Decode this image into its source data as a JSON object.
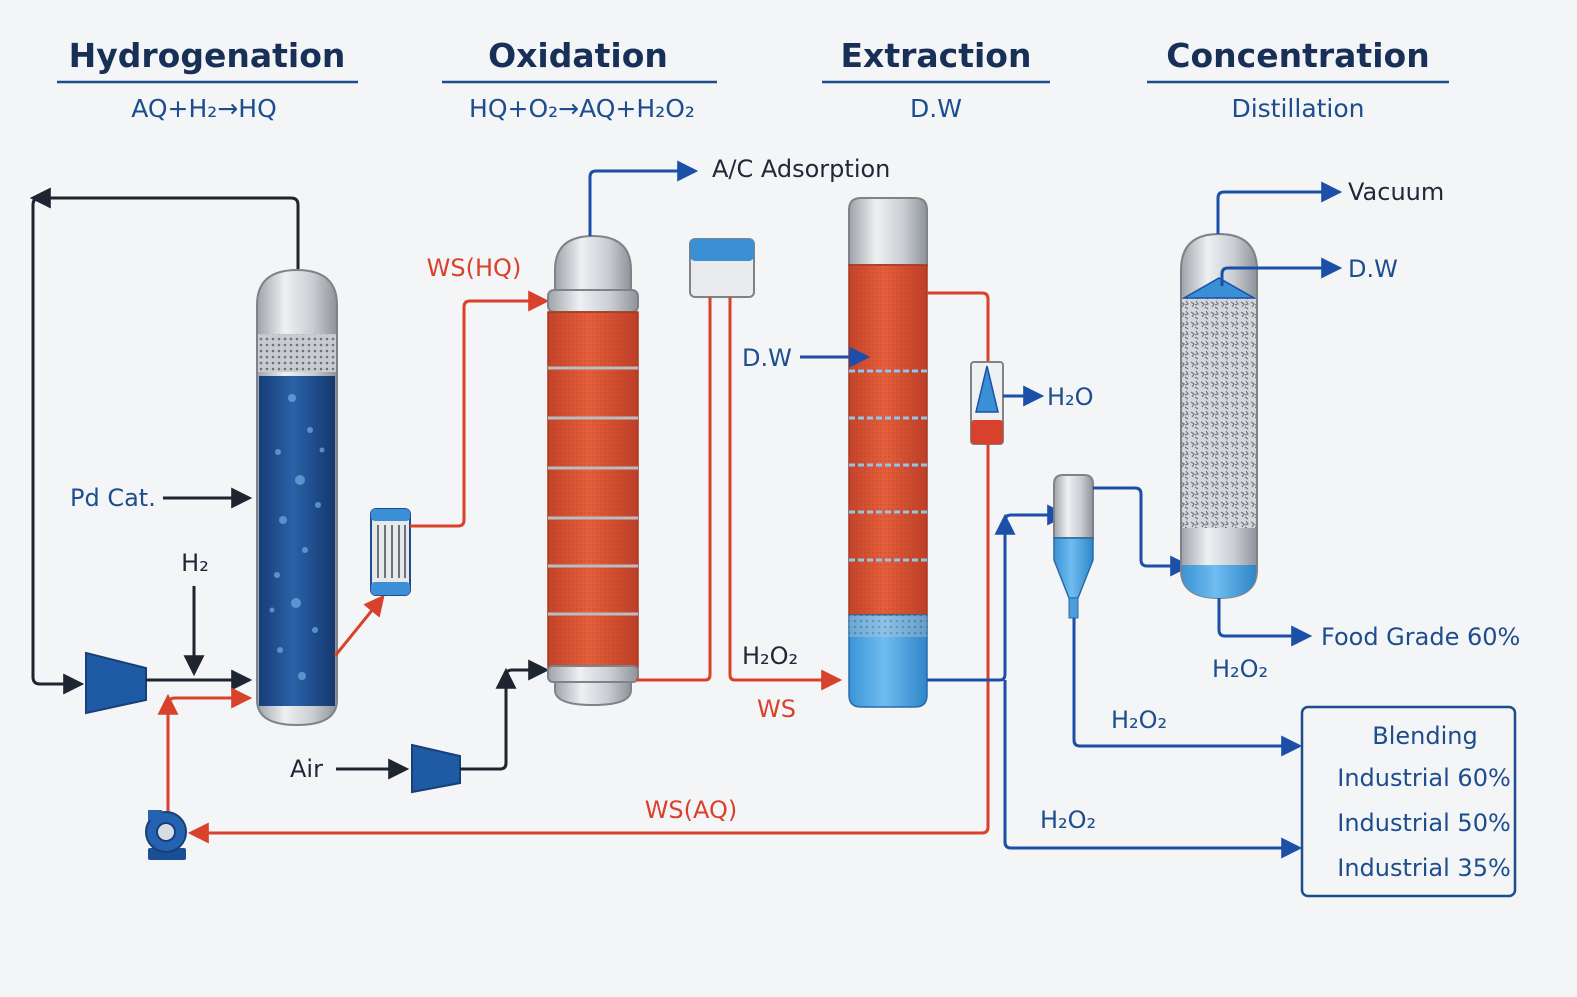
{
  "sections": [
    {
      "title": "Hydrogenation",
      "subtitle": "AQ+H₂→HQ"
    },
    {
      "title": "Oxidation",
      "subtitle": "HQ+O₂→AQ+H₂O₂"
    },
    {
      "title": "Extraction",
      "subtitle": "D.W"
    },
    {
      "title": "Concentration",
      "subtitle": "Distillation"
    }
  ],
  "labels": {
    "pd_cat": "Pd Cat.",
    "h2_feed": "H₂",
    "air": "Air",
    "ws_hq": "WS(HQ)",
    "ac_adsorption": "A/C Adsorption",
    "dw_extraction": "D.W",
    "h2o2_oxidation_out": "H₂O₂",
    "ws": "WS",
    "ws_aq": "WS(AQ)",
    "h2o_out": "H₂O",
    "vacuum": "Vacuum",
    "dw_distillation": "D.W",
    "food_grade": "Food Grade 60%",
    "h2o2_food": "H₂O₂",
    "h2o2_blend_1": "H₂O₂",
    "h2o2_blend_2": "H₂O₂"
  },
  "blending": {
    "title": "Blending",
    "items": [
      "Industrial 60%",
      "Industrial 50%",
      "Industrial 35%"
    ]
  },
  "colors": {
    "dark_line": "#1e2530",
    "red_line": "#d8412c",
    "blue_line": "#1b4fa8",
    "navy_text": "#183058",
    "column_blue": "#1d4e8f",
    "column_red": "#d9502e"
  }
}
